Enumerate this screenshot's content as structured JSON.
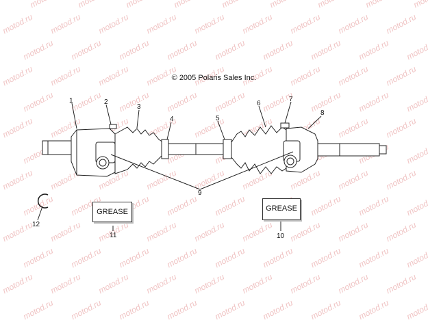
{
  "watermark": {
    "text": "motod.ru",
    "color": "#f0c4c4"
  },
  "copyright": "© 2005 Polaris Sales Inc.",
  "callouts": [
    "1",
    "2",
    "3",
    "4",
    "5",
    "6",
    "7",
    "8",
    "9",
    "10",
    "11",
    "12"
  ],
  "grease_labels": [
    "GREASE",
    "GREASE"
  ]
}
